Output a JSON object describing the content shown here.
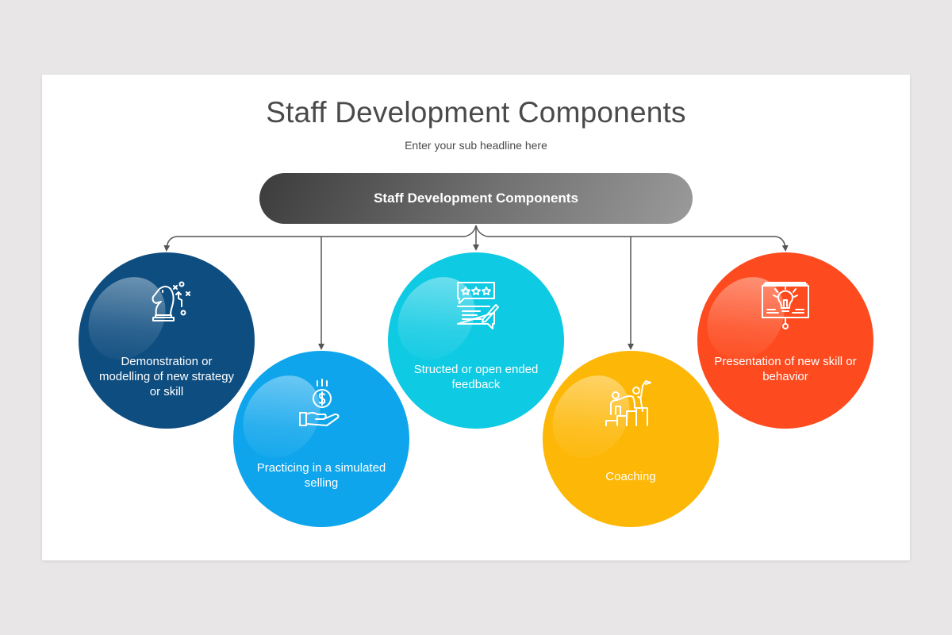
{
  "slide": {
    "title": "Staff Development Components",
    "subtitle": "Enter your sub headline here",
    "root_node": {
      "label": "Staff Development Components"
    }
  },
  "nodes": [
    {
      "label": "Demonstration or modelling of new strategy or skill",
      "icon": "chess-knight-strategy-icon",
      "color": "#0e4d80"
    },
    {
      "label": "Practicing in a simulated selling",
      "icon": "hand-coin-dollar-icon",
      "color": "#0ea5ec"
    },
    {
      "label": "Structed or open ended feedback",
      "icon": "feedback-rating-icon",
      "color": "#0fcae3"
    },
    {
      "label": "Coaching",
      "icon": "coaching-climb-icon",
      "color": "#fdb706"
    },
    {
      "label": "Presentation of new skill or behavior",
      "icon": "presentation-lightbulb-icon",
      "color": "#fd4a1e"
    }
  ],
  "colors": {
    "background": "#e8e6e7",
    "slide": "#ffffff",
    "title_text": "#4a4a4a",
    "connector": "#555555"
  }
}
